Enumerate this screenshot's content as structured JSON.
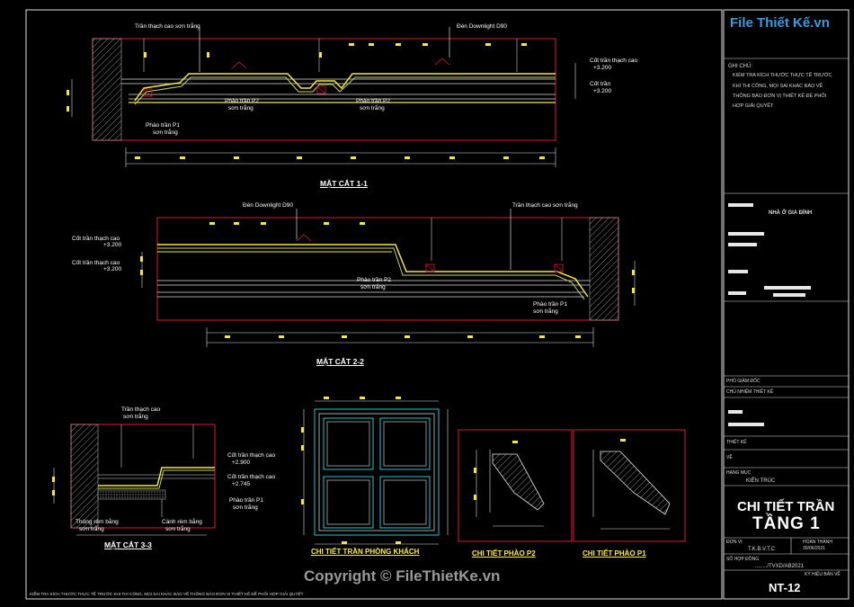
{
  "logo": {
    "text": "File Thiết Kế.vn"
  },
  "notes": {
    "heading": "GHI CHÚ:",
    "lines": [
      "KIỂM TRA KÍCH THƯỚC THỰC TẾ TRƯỚC",
      "KHI THI CÔNG, MỌI SAI KHÁC BÁO VỀ",
      "THÔNG BÁO ĐƠN VỊ THIẾT KẾ ĐỂ PHỐI",
      "HỢP GIẢI QUYẾT"
    ]
  },
  "section1": {
    "title": "MẶT CẮT 1-1",
    "ceiling_label": "Trần thạch cao sơn trắng",
    "downlight_label": "Đèn Downlight D90",
    "level_label_a": "Cốt trần thạch cao",
    "level_a": "+3.200",
    "level_label_b": "Cốt trần",
    "level_b": "+3.200",
    "p2a_line1": "Phào trần P2",
    "p2a_line2": "sơn trắng",
    "p2b_line1": "Phào trần P2",
    "p2b_line2": "sơn trắng",
    "p1_line1": "Phào trần P1",
    "p1_line2": "sơn trắng"
  },
  "section2": {
    "title": "MẶT CẮT 2-2",
    "downlight_label": "Đèn Downlight D90",
    "ceiling_label": "Trần thạch cao sơn trắng",
    "level_label_a": "Cốt trần thạch cao",
    "level_a": "+3.200",
    "level_label_b": "Cốt trần thạch cao",
    "level_b": "+3.200",
    "p2_line1": "Phào trần P2",
    "p2_line2": "sơn trắng",
    "p1_line1": "Phào trần P1",
    "p1_line2": "sơn trắng"
  },
  "section3": {
    "title": "MẶT CẮT 3-3",
    "ceiling_line1": "Trần thạch cao",
    "ceiling_line2": "sơn trắng",
    "level_label_a": "Cốt trần thạch cao",
    "level_a": "+2.900",
    "level_label_b": "Cốt trần thạch cao",
    "level_b": "+2.745",
    "p1_line1": "Phào trần P1",
    "p1_line2": "sơn trắng",
    "left_line1": "Thùng rèm bằng",
    "left_line2": "sơn trắng",
    "right_line1": "Cánh rèm bằng",
    "right_line2": "sơn trắng"
  },
  "details": {
    "living": "CHI TIẾT TRẦN PHÒNG KHÁCH",
    "p2": "CHI TIẾT PHÀO P2",
    "p1": "CHI TIẾT PHÀO P1"
  },
  "titleblock": {
    "project": "NHÀ Ở GIA ĐÌNH",
    "deputy": "PHÓ GIÁM ĐỐC",
    "chief": "CHỦ NHIỆM THIẾT KẾ",
    "design": "THIẾT KẾ",
    "check": "VẼ",
    "category_label": "HẠNG MỤC",
    "category": "KIẾN TRÚC",
    "sheet_title_1": "CHI TIẾT TRẦN",
    "sheet_title_2": "TẦNG 1",
    "unit_label": "ĐƠN VỊ",
    "unit": "T.K.B.V.T.C",
    "date_label": "HOÀN THÀNH",
    "date": "30/06/2021",
    "contract_label": "SỐ HỢP ĐỒNG",
    "contract": "......../TVXD/AB2021",
    "sign_label": "KÝ HIỆU BẢN VẼ",
    "sheet_no": "NT-12"
  },
  "footer": {
    "note": "KIỂM TRA KÍCH THƯỚC THỰC TẾ TRƯỚC KHI THI CÔNG, MỌI SAI KHÁC BÁO VỀ THÔNG BÁO ĐƠN VỊ THIẾT KẾ ĐỂ PHỐI HỢP GIẢI QUYẾT"
  },
  "watermark": {
    "text": "Copyright © FileThietKe.vn"
  },
  "colors": {
    "frame": "#ffffff",
    "section_border": "#e0192a",
    "hatch": "#a0a0a0",
    "trim": "#f5e642",
    "moulding": "#c8d85a",
    "grid": "#29c4d0"
  }
}
